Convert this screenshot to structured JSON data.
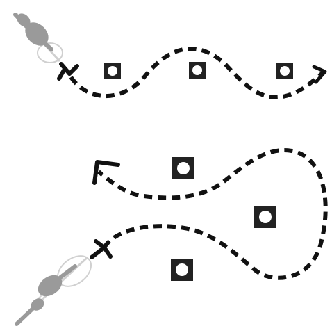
{
  "diagram": {
    "background_color": "#ffffff",
    "colors": {
      "path": "#111111",
      "marker_fill": "#222222",
      "marker_center": "#ffffff",
      "rider_tone": "#9a9a9a",
      "bike_outline": "#d0d0d0"
    },
    "top_route": {
      "icon_names": [
        "rider-icon",
        "bike-icon",
        "handlebar-icon"
      ],
      "markers": [
        "cone-marker",
        "cone-marker",
        "cone-marker"
      ],
      "path_style": "dashed",
      "arrow": "right"
    },
    "bottom_route": {
      "icon_names": [
        "rider-icon",
        "bike-icon",
        "handlebar-icon"
      ],
      "markers": [
        "cone-marker",
        "cone-marker",
        "cone-marker"
      ],
      "path_style": "dashed",
      "arrow": "left"
    }
  }
}
